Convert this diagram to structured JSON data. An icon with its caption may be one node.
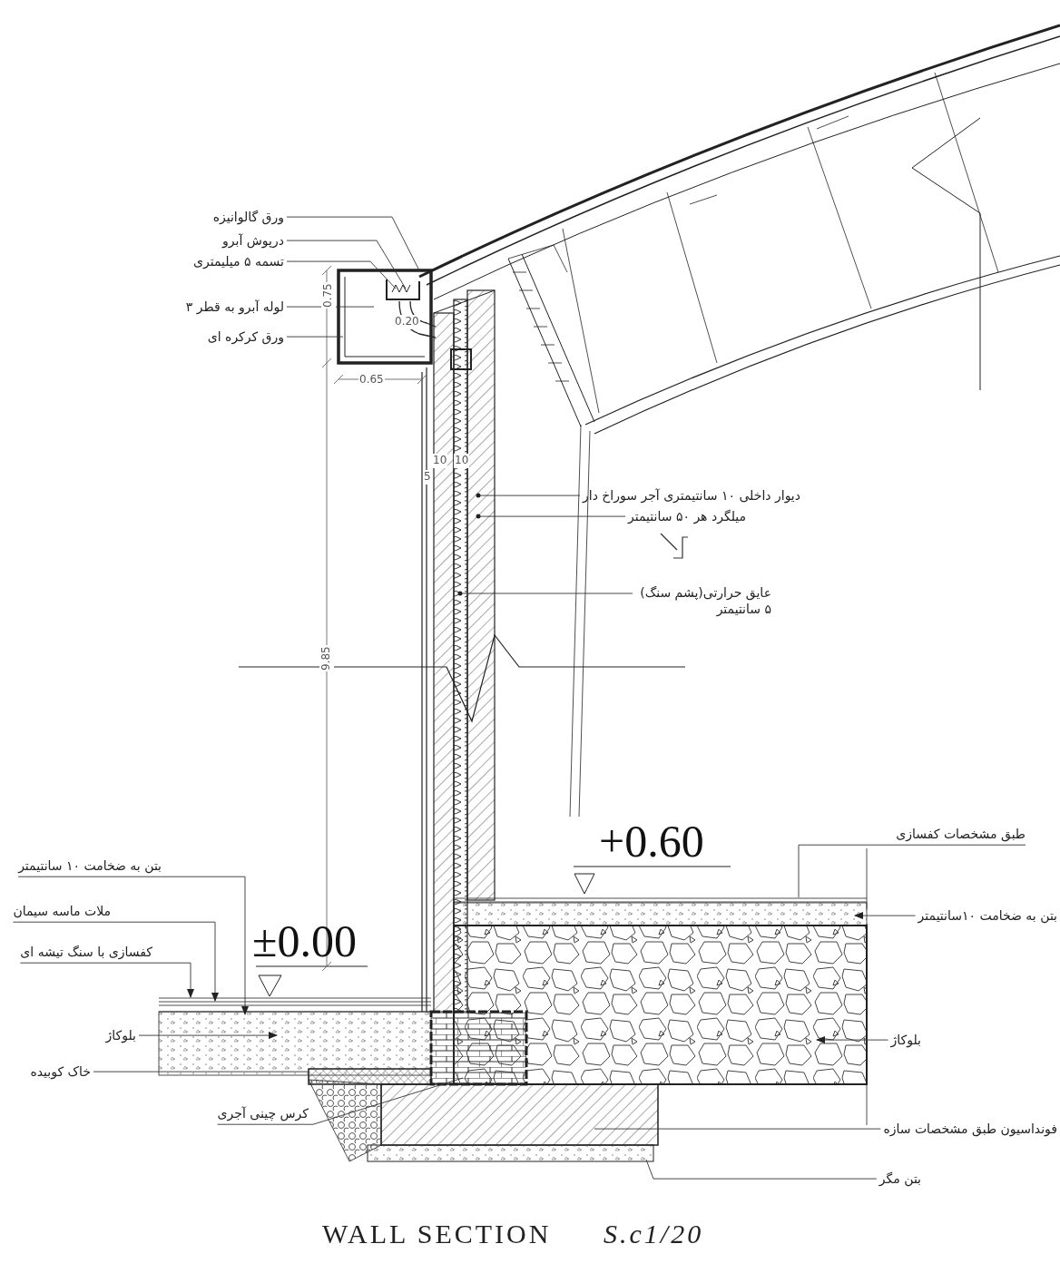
{
  "diagram": {
    "title": "WALL SECTION",
    "nodes": [
      {
        "text": [
          "ورق گالوانیزه"
        ]
      },
      {
        "text": [
          "درپوش آبرو"
        ]
      },
      {
        "text": [
          "تسمه ۵ میلیمتری"
        ]
      },
      {
        "text": [
          "لوله آبرو به قطر ۳"
        ]
      },
      {
        "text": [
          "ورق کرکره ای"
        ]
      },
      {
        "text": [
          "دیوار داخلی ۱۰ سانتیمتری آجر سوراخ دار"
        ]
      },
      {
        "text": [
          "میلگرد هر ۵۰ سانتیمتر"
        ]
      },
      {
        "text": [
          "عایق حرارتی(پشم سنگ) ۵ سانتیمتر"
        ]
      },
      {
        "text": [
          "بتن به ضخامت ۱۰ سانتیمتر"
        ]
      },
      {
        "text": [
          "ملات ماسه سیمان"
        ]
      },
      {
        "text": [
          "کفسازی با سنگ تیشه ای"
        ]
      },
      {
        "text": [
          "بلوکاژ"
        ]
      },
      {
        "text": [
          "خاک کوبیده"
        ]
      },
      {
        "text": [
          "کرس چینی آجری"
        ]
      },
      {
        "text": [
          "طبق مشخصات کفسازی"
        ]
      },
      {
        "text": [
          "بتن به ضخامت ۱۰سانتیمتر"
        ]
      },
      {
        "text": [
          "بلوکاژ"
        ]
      },
      {
        "text": [
          "فونداسیون طبق مشخصات سازه"
        ]
      },
      {
        "text": [
          "بتن مگر"
        ]
      }
    ],
    "edges": [
      {
        "from": 0,
        "to": null,
        "arrow": "none"
      },
      {
        "from": 1,
        "to": null,
        "arrow": "none"
      },
      {
        "from": 2,
        "to": null,
        "arrow": "none"
      },
      {
        "from": 3,
        "to": null,
        "arrow": "none"
      },
      {
        "from": 4,
        "to": null,
        "arrow": "none"
      },
      {
        "from": 5,
        "to": null,
        "arrow": "other"
      },
      {
        "from": 6,
        "to": null,
        "arrow": "other"
      },
      {
        "from": 7,
        "to": null,
        "arrow": "other"
      },
      {
        "from": 8,
        "to": null,
        "arrow": "to"
      },
      {
        "from": 9,
        "to": null,
        "arrow": "to"
      },
      {
        "from": 10,
        "to": null,
        "arrow": "to"
      },
      {
        "from": 11,
        "to": null,
        "arrow": "to"
      },
      {
        "from": 12,
        "to": null,
        "arrow": "none"
      },
      {
        "from": 13,
        "to": null,
        "arrow": "none"
      },
      {
        "from": 14,
        "to": null,
        "arrow": "none"
      },
      {
        "from": 15,
        "to": null,
        "arrow": "to"
      },
      {
        "from": 16,
        "to": null,
        "arrow": "to"
      },
      {
        "from": 17,
        "to": null,
        "arrow": "none"
      },
      {
        "from": 18,
        "to": null,
        "arrow": "none"
      }
    ],
    "labels": [
      "0.20",
      "0.75",
      "0.65",
      "10",
      "5",
      "10",
      "9.85",
      "+0.60",
      "±0.00",
      "S.c1/20"
    ]
  }
}
